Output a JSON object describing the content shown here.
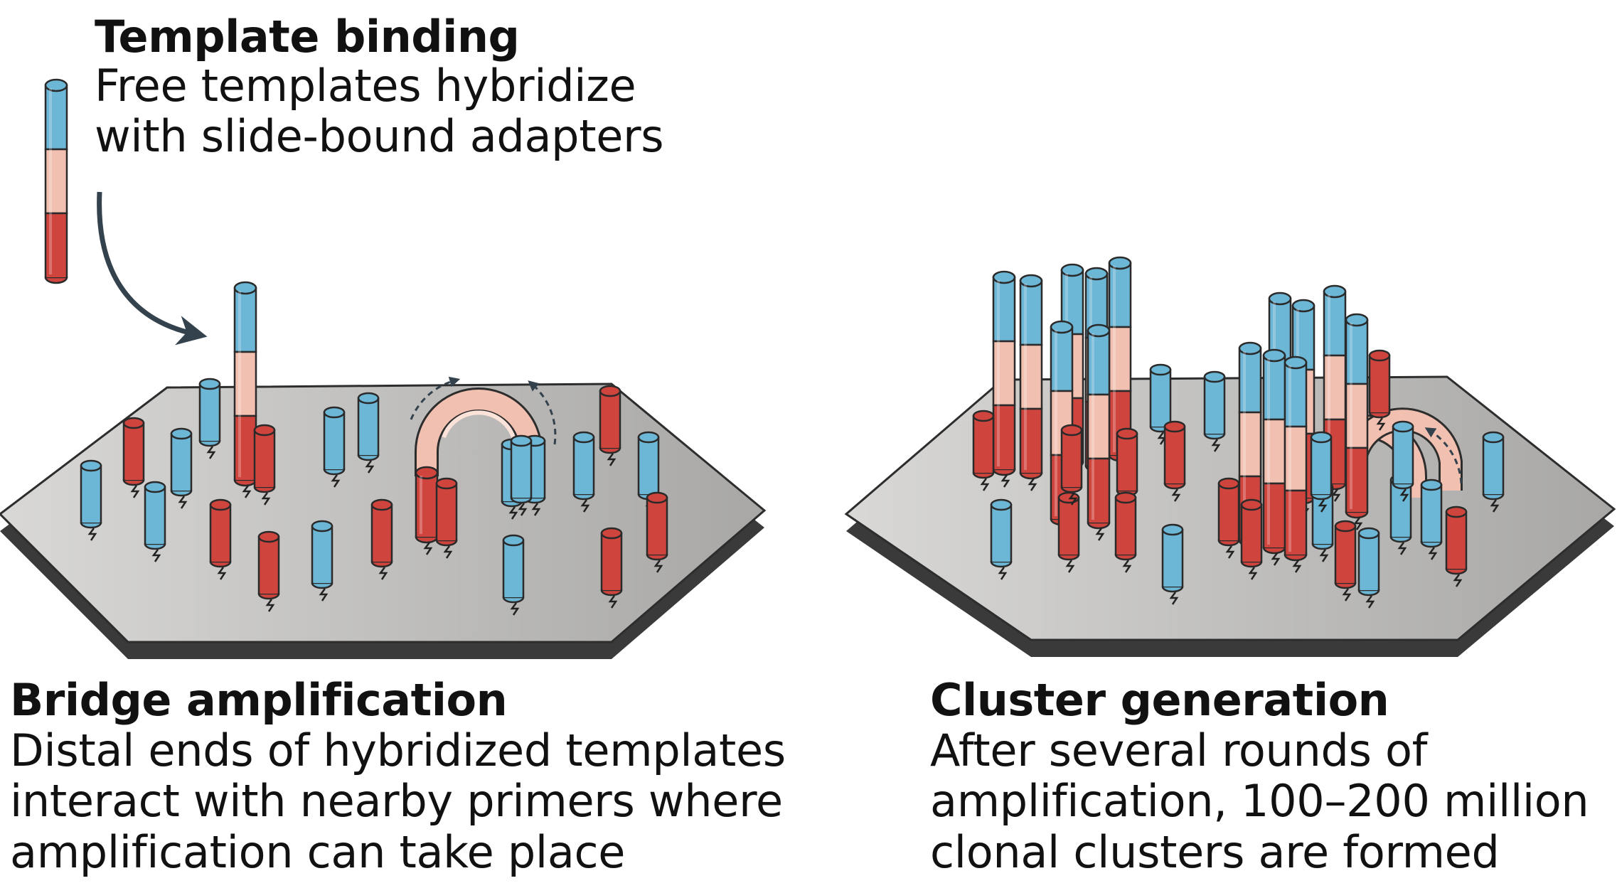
{
  "panels": {
    "template_binding": {
      "title": "Template binding",
      "lines": [
        "Free templates hybridize",
        "with slide-bound adapters"
      ]
    },
    "bridge_amplification": {
      "title": "Bridge amplification",
      "lines": [
        "Distal ends of hybridized templates",
        "interact with nearby primers where",
        "amplification can take place"
      ]
    },
    "cluster_generation": {
      "title": "Cluster generation",
      "lines": [
        "After several rounds of",
        "amplification, 100–200 million",
        "clonal clusters are formed"
      ]
    }
  },
  "colors": {
    "blue": "#6cb6d6",
    "pink": "#f2c0b0",
    "red": "#d0443e",
    "slide_top": "#c9c7c4",
    "slide_edge": "#3a3a3a",
    "arrow": "#33424d"
  }
}
